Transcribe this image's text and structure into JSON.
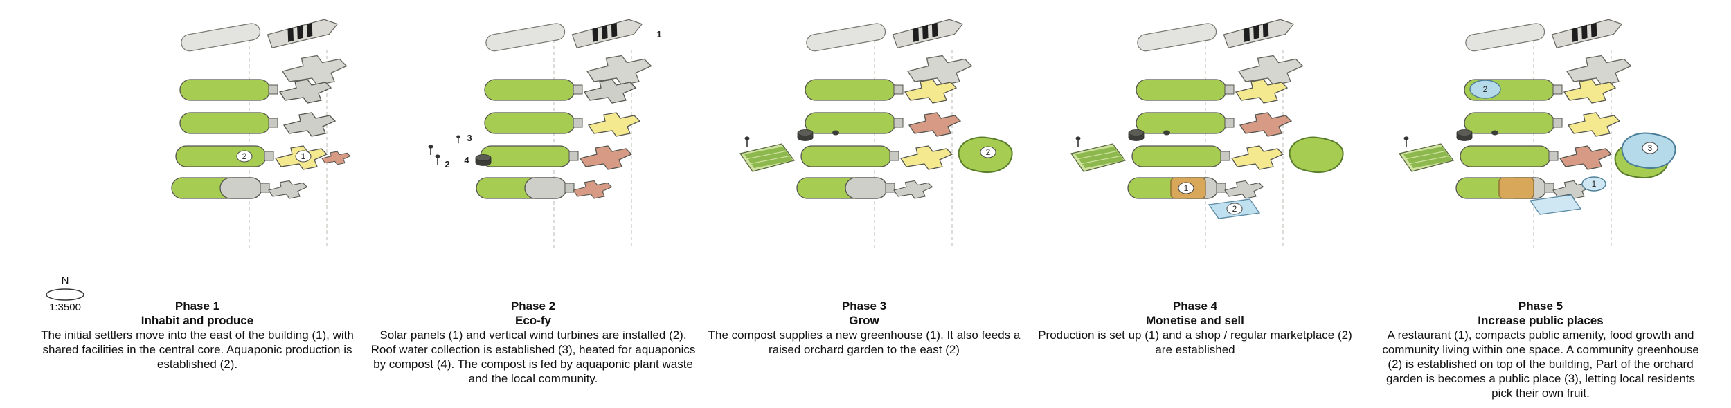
{
  "map_info": {
    "north": "N",
    "scale": "1:3500"
  },
  "colors": {
    "floor_green": "#a6cc52",
    "unit_gray": "#cfcfca",
    "unit_yellow": "#f4e98f",
    "unit_salmon": "#d79a84",
    "shop_orange": "#d8a759",
    "public_blue": "#b5daea",
    "compost_dark": "#3c3c38",
    "roof_gray": "#e3e3df"
  },
  "phases": [
    {
      "title": "Phase 1",
      "subtitle": "Inhabit and produce",
      "description": "The initial settlers move into the east of the building (1), with shared facilities in the central core. Aquaponic production is established (2).",
      "markers": {
        "m1": "1",
        "m2": "2"
      }
    },
    {
      "title": "Phase 2",
      "subtitle": "Eco-fy",
      "description": "Solar panels (1) and vertical wind turbines are installed (2). Roof water collection is established (3), heated for aquaponics by compost (4). The compost is fed by aquaponic plant waste and the local community.",
      "markers": {
        "m1": "1",
        "m2": "2",
        "m3": "3",
        "m4": "4"
      }
    },
    {
      "title": "Phase 3",
      "subtitle": "Grow",
      "description": "The compost supplies a new greenhouse (1). It also feeds a raised orchard garden to the east (2)",
      "markers": {
        "m2": "2"
      }
    },
    {
      "title": "Phase 4",
      "subtitle": "Monetise and sell",
      "description": "Production is set up (1) and a shop / regular marketplace (2) are established",
      "markers": {
        "m1": "1",
        "m2": "2"
      }
    },
    {
      "title": "Phase 5",
      "subtitle": "Increase public places",
      "description": "A restaurant (1), compacts public amenity, food growth and community living within one space. A community greenhouse (2) is established on top of the building, Part of the orchard garden is becomes a public place (3), letting local residents pick their own fruit.",
      "markers": {
        "m1": "1",
        "m2": "2",
        "m3": "3"
      }
    }
  ]
}
